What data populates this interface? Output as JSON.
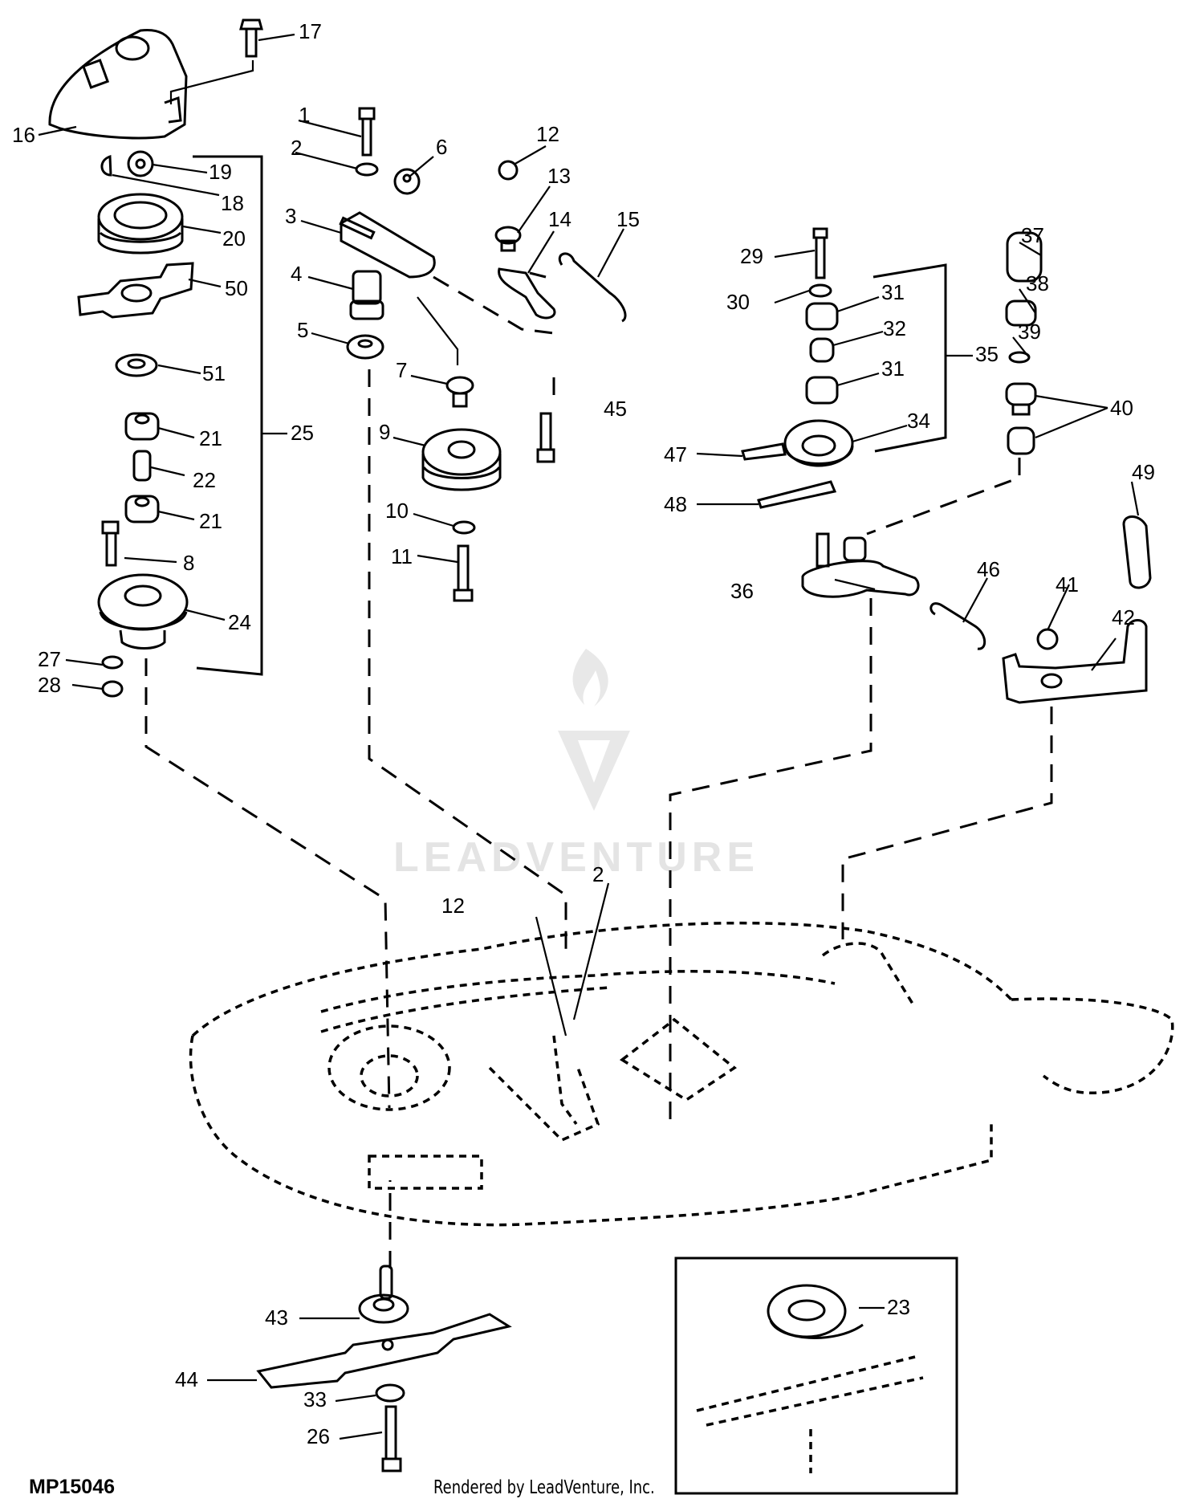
{
  "figure": {
    "id": "MP15046",
    "footer": "Rendered by LeadVenture, Inc.",
    "watermark": "LEADVENTURE"
  },
  "callouts": [
    {
      "id": "c1",
      "label": "1"
    },
    {
      "id": "c2a",
      "label": "2"
    },
    {
      "id": "c3",
      "label": "3"
    },
    {
      "id": "c4",
      "label": "4"
    },
    {
      "id": "c5",
      "label": "5"
    },
    {
      "id": "c6",
      "label": "6"
    },
    {
      "id": "c7",
      "label": "7"
    },
    {
      "id": "c8",
      "label": "8"
    },
    {
      "id": "c9",
      "label": "9"
    },
    {
      "id": "c10",
      "label": "10"
    },
    {
      "id": "c11",
      "label": "11"
    },
    {
      "id": "c12a",
      "label": "12"
    },
    {
      "id": "c13",
      "label": "13"
    },
    {
      "id": "c14",
      "label": "14"
    },
    {
      "id": "c15",
      "label": "15"
    },
    {
      "id": "c16",
      "label": "16"
    },
    {
      "id": "c17",
      "label": "17"
    },
    {
      "id": "c18",
      "label": "18"
    },
    {
      "id": "c19",
      "label": "19"
    },
    {
      "id": "c20",
      "label": "20"
    },
    {
      "id": "c21a",
      "label": "21"
    },
    {
      "id": "c21b",
      "label": "21"
    },
    {
      "id": "c22",
      "label": "22"
    },
    {
      "id": "c23",
      "label": "23"
    },
    {
      "id": "c24",
      "label": "24"
    },
    {
      "id": "c25",
      "label": "25"
    },
    {
      "id": "c26",
      "label": "26"
    },
    {
      "id": "c27",
      "label": "27"
    },
    {
      "id": "c28",
      "label": "28"
    },
    {
      "id": "c29",
      "label": "29"
    },
    {
      "id": "c30",
      "label": "30"
    },
    {
      "id": "c31a",
      "label": "31"
    },
    {
      "id": "c31b",
      "label": "31"
    },
    {
      "id": "c32",
      "label": "32"
    },
    {
      "id": "c33",
      "label": "33"
    },
    {
      "id": "c34",
      "label": "34"
    },
    {
      "id": "c35",
      "label": "35"
    },
    {
      "id": "c36",
      "label": "36"
    },
    {
      "id": "c37",
      "label": "37"
    },
    {
      "id": "c38",
      "label": "38"
    },
    {
      "id": "c39",
      "label": "39"
    },
    {
      "id": "c40",
      "label": "40"
    },
    {
      "id": "c41",
      "label": "41"
    },
    {
      "id": "c42",
      "label": "42"
    },
    {
      "id": "c43",
      "label": "43"
    },
    {
      "id": "c44",
      "label": "44"
    },
    {
      "id": "c45",
      "label": "45"
    },
    {
      "id": "c46",
      "label": "46"
    },
    {
      "id": "c47",
      "label": "47"
    },
    {
      "id": "c48",
      "label": "48"
    },
    {
      "id": "c49",
      "label": "49"
    },
    {
      "id": "c50",
      "label": "50"
    },
    {
      "id": "c51",
      "label": "51"
    },
    {
      "id": "c12b",
      "label": "12"
    },
    {
      "id": "c2b",
      "label": "2"
    }
  ]
}
